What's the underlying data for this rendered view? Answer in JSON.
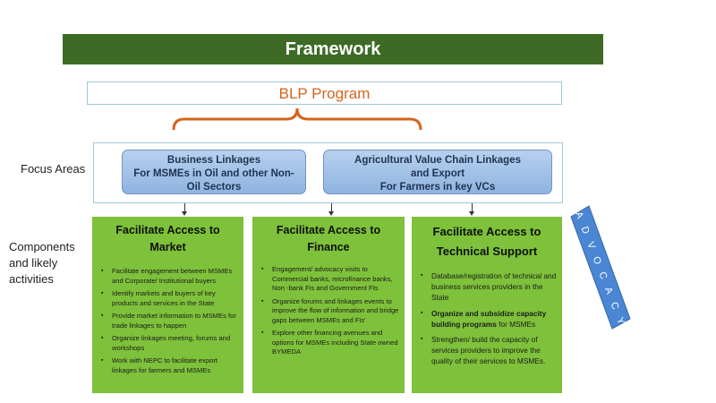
{
  "title": "Framework",
  "program": "BLP Program",
  "labels": {
    "focus_areas": "Focus Areas",
    "components_line1": "Components",
    "components_line2": "and likely",
    "components_line3": "activities"
  },
  "focus": [
    {
      "line1": "Business Linkages",
      "line2": "For MSMEs in Oil and other Non-",
      "line3": "Oil Sectors"
    },
    {
      "line1": "Agricultural Value Chain Linkages",
      "line2": "and Export",
      "line3": "For Farmers in key VCs"
    }
  ],
  "components": [
    {
      "title_line1": "Facilitate Access to Market",
      "title_line2": "",
      "items": [
        "Facilitate engagement  between MSMEs and Corporate/ Institutional buyers",
        "Identify markets and buyers of key products  and services in the State",
        "Provide market information to MSMEs  for trade linkages to happen",
        "Organize linkages meeting, forums and workshops",
        "Work with NEPC to facilitate export linkages for farmers and MSMEs"
      ]
    },
    {
      "title_line1": "Facilitate Access to",
      "title_line2": "Finance",
      "items": [
        "Engagement/  advocacy visits to Commercial banks, microfinance banks, Non -bank Fis and Government FIs",
        "Organize forums and linkages events to improve the flow of information  and bridge gaps between MSMEs and Fis'",
        "Explore other financing avenues and options for MSMEs including State owned BYMEDA"
      ]
    },
    {
      "title_line1": "Facilitate Access to",
      "title_line2": "Technical Support",
      "items": [
        {
          "text": "Database/registration  of technical and business services providers in the State",
          "bold": "",
          "rest": ""
        },
        {
          "text": "",
          "bold": "Organize and subsidize capacity building programs",
          "rest": " for MSMEs"
        },
        {
          "text": "Strengthen/ build the capacity of services providers to improve the quality of their services to MSMEs.",
          "bold": "",
          "rest": ""
        }
      ]
    }
  ],
  "advocacy": "ADVOCACY",
  "colors": {
    "title_bg": "#3d6b26",
    "program_text": "#d5651c",
    "focus_box": "#9dbde6",
    "component_bg": "#7ec13a",
    "advocacy_bg": "#4a86d4"
  }
}
